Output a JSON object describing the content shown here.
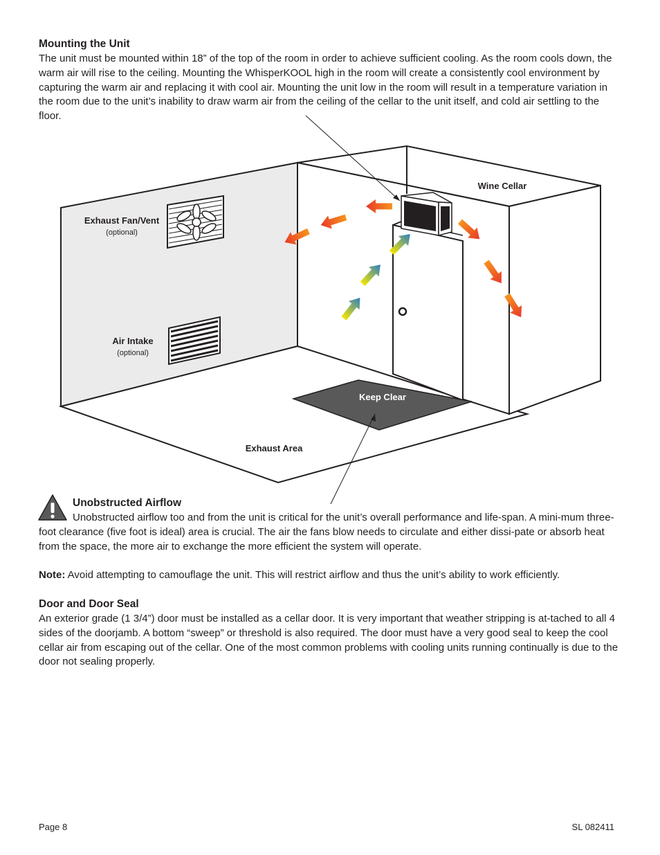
{
  "mounting": {
    "heading": "Mounting the Unit",
    "text": "The unit must be mounted within 18” of the top of the room in order to achieve sufficient cooling.  As the room cools down, the warm air will rise to the ceiling.  Mounting the WhisperKOOL high in the room will create a consistently cool environment by capturing the warm air and replacing it with cool air.  Mounting the unit low in the room will result in a temperature variation in the room due to the unit’s inability to draw warm air from the ceiling of the cellar to the unit itself, and cold air settling to the floor."
  },
  "diagram": {
    "wine_cellar": "Wine Cellar",
    "exhaust_fan": "Exhaust Fan/Vent",
    "exhaust_fan_note": "(optional)",
    "air_intake": "Air Intake",
    "air_intake_note": "(optional)",
    "keep_clear": "Keep Clear",
    "exhaust_area": "Exhaust Area",
    "colors": {
      "warm": "#e8392a",
      "warm_light": "#f7941d",
      "cool": "#2e7fc4",
      "cool_light": "#f2e600",
      "keep_clear": "#595959"
    }
  },
  "airflow": {
    "icon": "warning-icon",
    "heading": "Unobstructed Airflow",
    "text": "Unobstructed airflow too and from the unit is critical for the unit’s overall performance and life-span. A mini-mum three-foot clearance (five foot is ideal) area is crucial. The air the fans blow needs to circulate and either dissi-pate or absorb heat from the space, the more air to exchange the more efficient the system will operate."
  },
  "note": {
    "label": "Note:",
    "text": " Avoid attempting to camouflage the unit. This will restrict airflow and thus the unit’s ability to work efficiently."
  },
  "door": {
    "heading": "Door and Door Seal",
    "text": "An exterior grade (1 3/4”) door must be installed as a cellar door. It is very important that weather stripping is at-tached to all 4 sides of the doorjamb. A bottom “sweep” or threshold is also required. The door must have a very good seal to keep the cool cellar air from escaping out of the cellar. One of the most common problems with cooling units running continually is due to the door not sealing properly."
  },
  "footer": {
    "page": "Page 8",
    "code": "SL 082411"
  }
}
